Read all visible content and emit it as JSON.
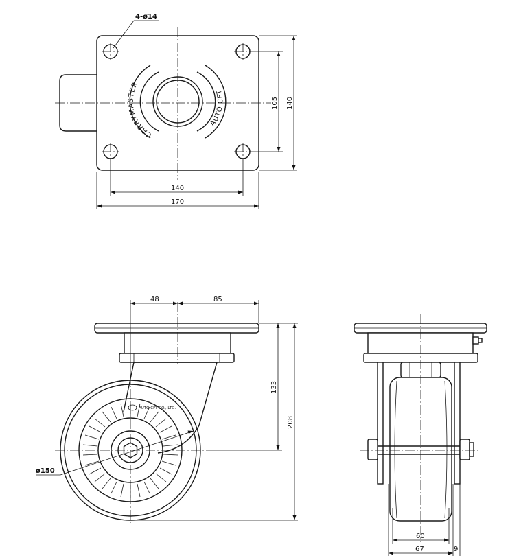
{
  "top_view": {
    "hole_callout": "4-ø14",
    "brand_left": "CARRYMASTER",
    "brand_right": "AUTO CFT",
    "dim_hole_spacing_x": "140",
    "dim_plate_width": "170",
    "dim_hole_spacing_y": "105",
    "dim_plate_height": "140"
  },
  "side_view": {
    "dim_offset_left": "48",
    "dim_offset_right": "85",
    "dim_axle_height": "133",
    "dim_total_height": "208",
    "dim_wheel_diameter": "ø150",
    "maker_label": "AUTO CFT CO., LTD."
  },
  "front_view": {
    "dim_wheel_width": "60",
    "dim_fork_width": "67",
    "dim_offset": "9"
  }
}
